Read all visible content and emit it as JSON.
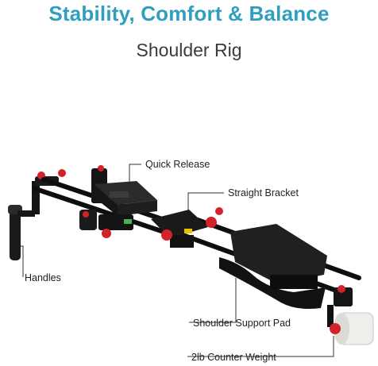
{
  "header": {
    "headline": "Stability, Comfort & Balance",
    "subhead": "Shoulder Rig"
  },
  "colors": {
    "headline": "#2f9fbf",
    "subhead": "#3a3a3a",
    "rig_black": "#111111",
    "accent_red": "#d2232a",
    "weight_white": "#eeeeea"
  },
  "callouts": {
    "quick_release": "Quick Release",
    "straight_bracket": "Straight Bracket",
    "handles": "Handles",
    "shoulder_pad": "Shoulder Support Pad",
    "counter_weight": "2lb Counter Weight"
  }
}
